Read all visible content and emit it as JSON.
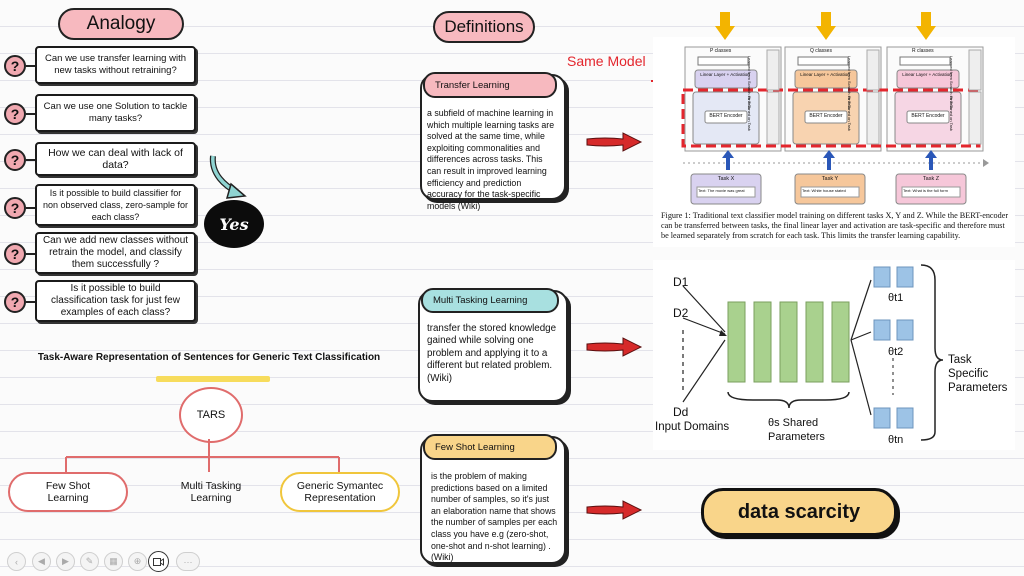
{
  "analogy": {
    "title": "Analogy",
    "icon_glyph": "?",
    "questions": [
      "Can we use transfer learning with new tasks without retraining?",
      "Can we use one Solution to tackle many tasks?",
      "How we can deal with lack of data?",
      "Is it possible to build classifier for non observed class, zero-sample for each class?",
      "Can we add new classes without retrain the model, and classify them successfully ?",
      "Is it possible to build classification task for just few examples of each class?"
    ],
    "answer": "Yes"
  },
  "tars": {
    "heading": "Task-Aware Representation of Sentences for Generic Text Classification",
    "root": "TARS",
    "children": [
      "Few Shot Learning",
      "Multi Tasking Learning",
      "Generic Symantec Representation"
    ]
  },
  "definitions": {
    "title": "Definitions",
    "cards": [
      {
        "title": "Transfer Learning",
        "color": "#f7b9bf",
        "text": "a subfield of machine learning in which multiple learning tasks are solved at the same time, while exploiting commonalities and differences across tasks. This can result in improved learning efficiency and prediction accuracy for the task-specific models (Wiki)"
      },
      {
        "title": "Multi Tasking Learning",
        "color": "#a8e0e0",
        "text": "transfer the stored knowledge gained while solving one problem and applying it to a different but related problem.(Wiki)"
      },
      {
        "title": "Few Shot Learning",
        "color": "#f9d58a",
        "text": "is the problem of making predictions based on a limited number of samples, so it's just an elaboration name that shows the number of samples per each class you have e.g (zero-shot, one-shot and n-shot learning) .(Wiki)"
      }
    ]
  },
  "figure1": {
    "same_model_label": "Same Model",
    "classes": [
      "P classes",
      "Q classes",
      "R classes"
    ],
    "linear_layer": "Linear Layer + Activation",
    "bert_encoder": "BERT Encoder",
    "learned_from_scratch": "Learned from Scratch on Task",
    "fine_tuned": "Fine Tuned on Task",
    "tasks": [
      "Task X",
      "Task Y",
      "Task Z"
    ],
    "task_texts": [
      "Text: The movie was great",
      "Text: White house stated",
      "Text: What is the full form"
    ],
    "caption": "Figure 1: Traditional text classifier model training on different tasks X, Y and Z. While the BERT-encoder can be transferred between tasks, the final linear layer and activation are task-specific and therefore must be learned separately from scratch for each task. This limits the transfer learning capability.",
    "colors": {
      "task_x": "#d9d2f0",
      "task_y": "#f6c79b",
      "task_z": "#f6c7d9",
      "arrow_yellow": "#f3b400",
      "red": "#e3262d",
      "blue": "#2a57b8"
    }
  },
  "mtl_figure": {
    "inputs": [
      "D1",
      "D2",
      "Dd"
    ],
    "input_label": "Input Domains",
    "shared_label": "θs Shared Parameters",
    "thetas": [
      "θt1",
      "θt2",
      "θtn"
    ],
    "task_label": "Task Specific Parameters",
    "colors": {
      "shared": "#a9d18e",
      "task": "#9dc3e6"
    }
  },
  "data_scarcity": "data scarcity"
}
